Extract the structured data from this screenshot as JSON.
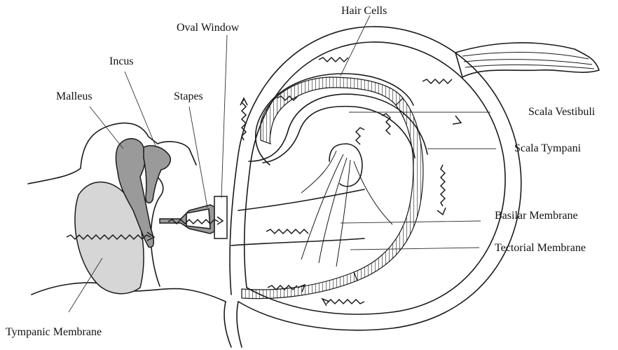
{
  "labels": {
    "hair_cells": "Hair Cells",
    "oval_window": "Oval Window",
    "incus": "Incus",
    "malleus": "Malleus",
    "stapes": "Stapes",
    "scala_vestibuli": "Scala Vestibuli",
    "scala_tympani": "Scala Tympani",
    "basilar_membrane": "Basilar Membrane",
    "tectorial_membrane": "Tectorial Membrane",
    "tympanic_membrane": "Tympanic Membrane"
  },
  "colors": {
    "ossicles": "#9a9a9a",
    "tympanic_membrane": "#d6d6d6",
    "line": "#1a1a1a"
  }
}
